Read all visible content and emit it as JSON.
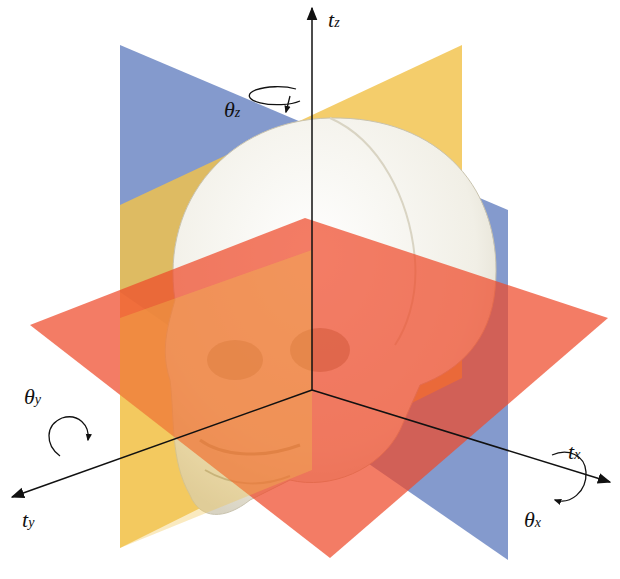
{
  "diagram": {
    "labels": [
      "tz",
      "θz",
      "θy",
      "ty",
      "tx",
      "θx"
    ]
  }
}
